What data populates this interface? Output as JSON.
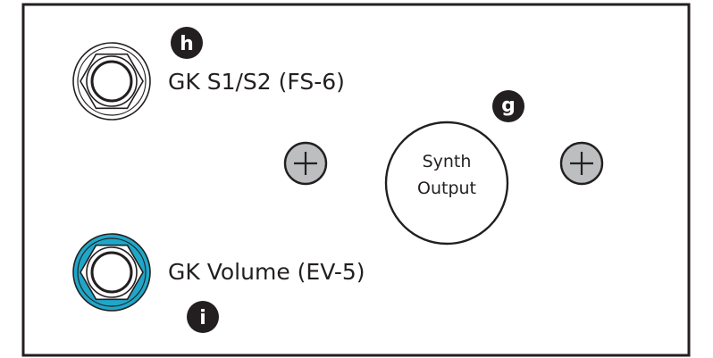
{
  "panel": {
    "jacks": [
      {
        "id": "h",
        "label": "GK S1/S2 (FS-6)",
        "ring_color": "#ffffff"
      },
      {
        "id": "i",
        "label": "GK Volume (EV-5)",
        "ring_color": "#1fa7c9"
      }
    ],
    "output": {
      "id": "g",
      "line1": "Synth",
      "line2": "Output"
    },
    "colors": {
      "outline": "#231f20",
      "screw_fill": "#bcbec0",
      "badge_fill": "#231f20",
      "highlight_ring": "#1fa7c9"
    }
  }
}
